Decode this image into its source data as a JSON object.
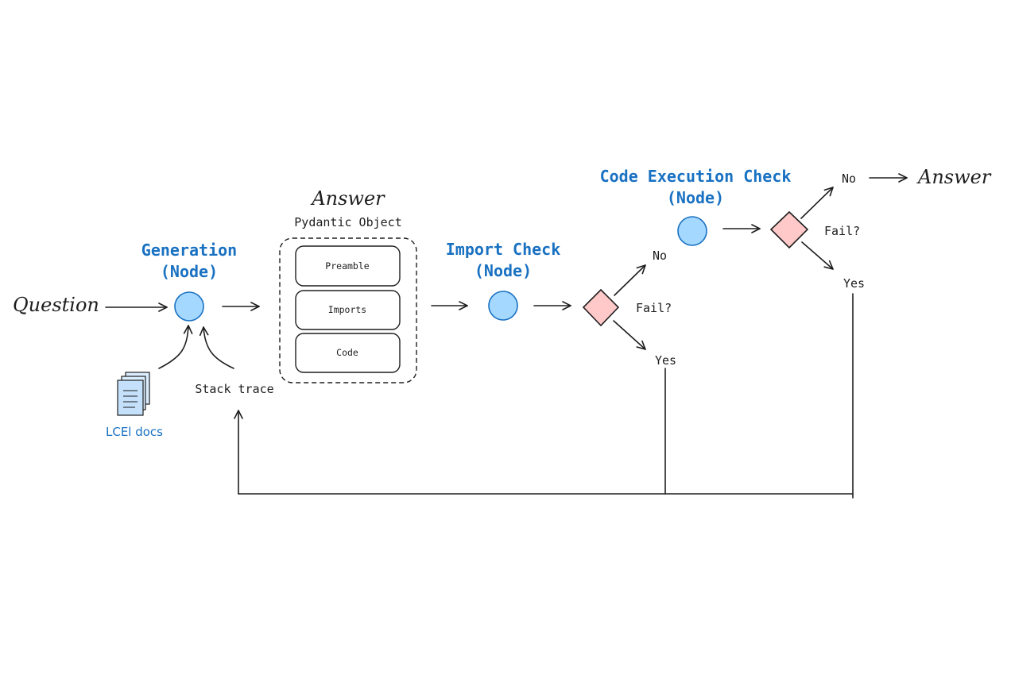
{
  "labels": {
    "question": "Question",
    "generation_title": "Generation",
    "generation_sub": "(Node)",
    "docs_label": "LCEl docs",
    "stack_trace": "Stack trace",
    "answer_mid": "Answer",
    "pydantic_label": "Pydantic Object",
    "preamble": "Preamble",
    "imports": "Imports",
    "code": "Code",
    "import_check_title": "Import Check",
    "import_check_sub": "(Node)",
    "fail1": "Fail?",
    "no1": "No",
    "yes1": "Yes",
    "exec_check_title": "Code Execution Check",
    "exec_check_sub": "(Node)",
    "fail2": "Fail?",
    "no2": "No",
    "yes2": "Yes",
    "answer_final": "Answer"
  },
  "colors": {
    "node_fill": "#a5d8ff",
    "node_stroke": "#1971c2",
    "diamond_fill": "#ffc9c9",
    "title_blue": "#1971c2"
  }
}
